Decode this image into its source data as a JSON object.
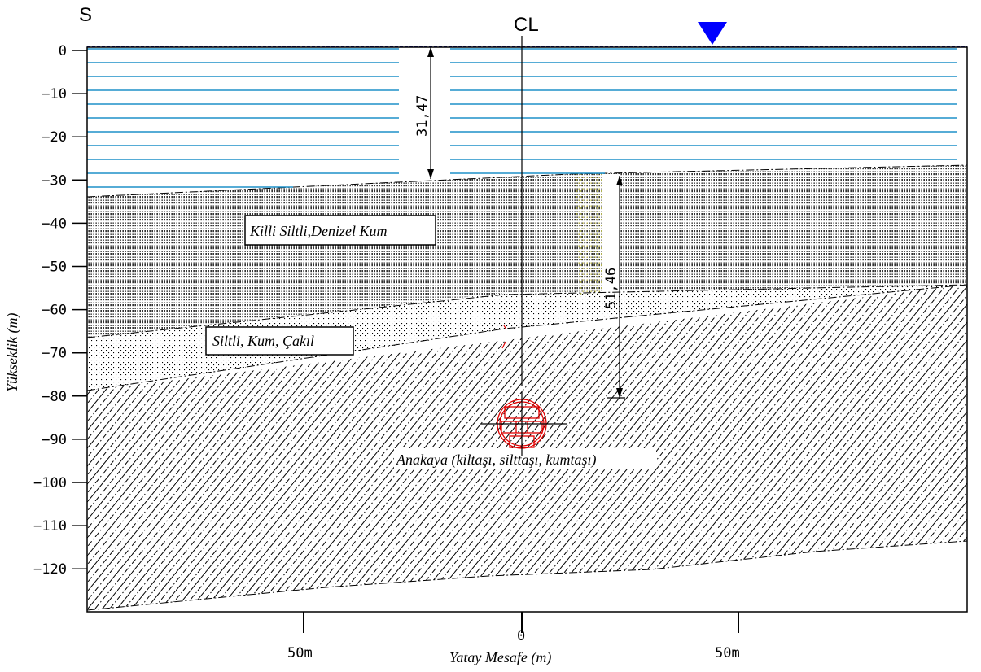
{
  "direction_label": "S",
  "centerline_label": "CL",
  "y_axis": {
    "title": "Yükseklik (m)",
    "ticks": [
      "0",
      "−10",
      "−20",
      "−30",
      "−40",
      "−50",
      "−60",
      "−70",
      "−80",
      "−90",
      "−100",
      "−110",
      "−120"
    ]
  },
  "x_axis": {
    "title": "Yatay Mesafe (m)",
    "ticks": [
      "50m",
      "0",
      "50m"
    ]
  },
  "dimensions": {
    "water_depth": "31,47",
    "crossing_depth": "51,46"
  },
  "layers": {
    "clayey_silty_sand": "Killi Siltli,Denizel Kum",
    "silty_sand_gravel": "Siltli, Kum, Çakıl",
    "bedrock": "Anakaya (kiltaşı, silttaşı, kumtaşı)"
  },
  "colors": {
    "water_lines": "#1e90c8",
    "water_level_marker": "#0000ff",
    "tunnel": "#e00000"
  },
  "icons": {
    "water_level": "inverted-triangle",
    "tunnel": "circular-tunnel-section"
  }
}
